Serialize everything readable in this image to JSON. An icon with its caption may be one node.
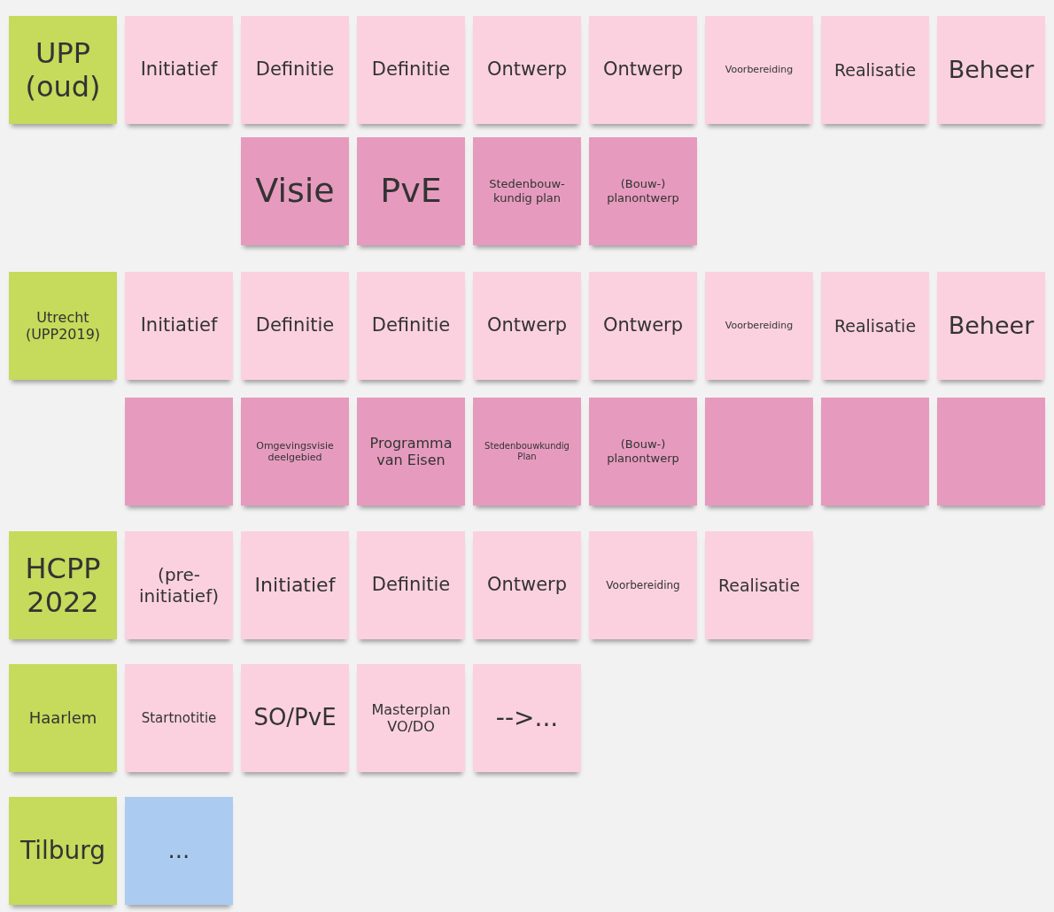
{
  "diagram": {
    "nodes": [
      {
        "text": [
          "UPP (oud)"
        ]
      },
      {
        "text": [
          "Initiatief"
        ]
      },
      {
        "text": [
          "Definitie"
        ]
      },
      {
        "text": [
          "Definitie"
        ]
      },
      {
        "text": [
          "Ontwerp"
        ]
      },
      {
        "text": [
          "Ontwerp"
        ]
      },
      {
        "text": [
          "Voorbereiding"
        ]
      },
      {
        "text": [
          "Realisatie"
        ]
      },
      {
        "text": [
          "Beheer"
        ]
      },
      {
        "text": [
          "Visie"
        ]
      },
      {
        "text": [
          "PvE"
        ]
      },
      {
        "text": [
          "Stedenbouw-kundig plan"
        ]
      },
      {
        "text": [
          "(Bouw-) planontwerp"
        ]
      },
      {
        "text": [
          "Utrecht (UPP2019)"
        ]
      },
      {
        "text": [
          "Initiatief"
        ]
      },
      {
        "text": [
          "Definitie"
        ]
      },
      {
        "text": [
          "Definitie"
        ]
      },
      {
        "text": [
          "Ontwerp"
        ]
      },
      {
        "text": [
          "Ontwerp"
        ]
      },
      {
        "text": [
          "Voorbereiding"
        ]
      },
      {
        "text": [
          "Realisatie"
        ]
      },
      {
        "text": [
          "Beheer"
        ]
      },
      {
        "text": [],
        "shape": "box"
      },
      {
        "text": [
          "Omgevingsvisie deelgebied"
        ]
      },
      {
        "text": [
          "Programma van Eisen"
        ]
      },
      {
        "text": [
          "Stedenbouwkundig Plan"
        ]
      },
      {
        "text": [
          "(Bouw-) planontwerp"
        ]
      },
      {
        "text": [],
        "shape": "box"
      },
      {
        "text": [],
        "shape": "box"
      },
      {
        "text": [],
        "shape": "box"
      },
      {
        "text": [
          "HCPP 2022"
        ]
      },
      {
        "text": [
          "(pre-initiatief)"
        ]
      },
      {
        "text": [
          "Initiatief"
        ]
      },
      {
        "text": [
          "Definitie"
        ]
      },
      {
        "text": [
          "Ontwerp"
        ]
      },
      {
        "text": [
          "Voorbereiding"
        ]
      },
      {
        "text": [
          "Realisatie"
        ]
      },
      {
        "text": [
          "Haarlem"
        ]
      },
      {
        "text": [
          "Startnotitie"
        ]
      },
      {
        "text": [
          "SO/PvE"
        ]
      },
      {
        "text": [
          "Masterplan VO/DO"
        ]
      },
      {
        "text": [
          "-->..."
        ]
      },
      {
        "text": [
          "Tilburg"
        ]
      },
      {
        "text": [
          "..."
        ]
      }
    ]
  }
}
